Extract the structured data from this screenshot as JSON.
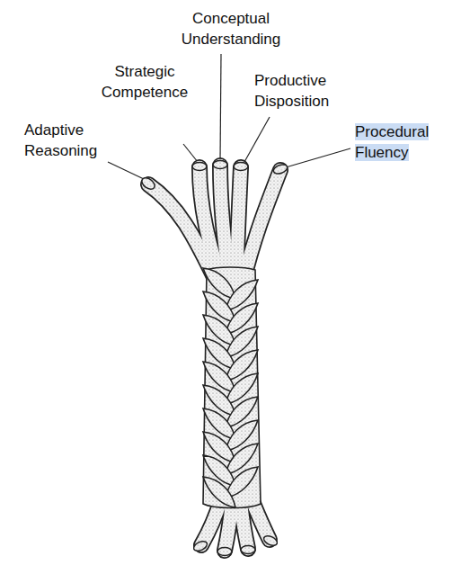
{
  "diagram": {
    "labels": [
      "Conceptual Understanding",
      "Strategic Competence",
      "Productive Disposition",
      "Adaptive Reasoning",
      "Procedural Fluency"
    ]
  }
}
